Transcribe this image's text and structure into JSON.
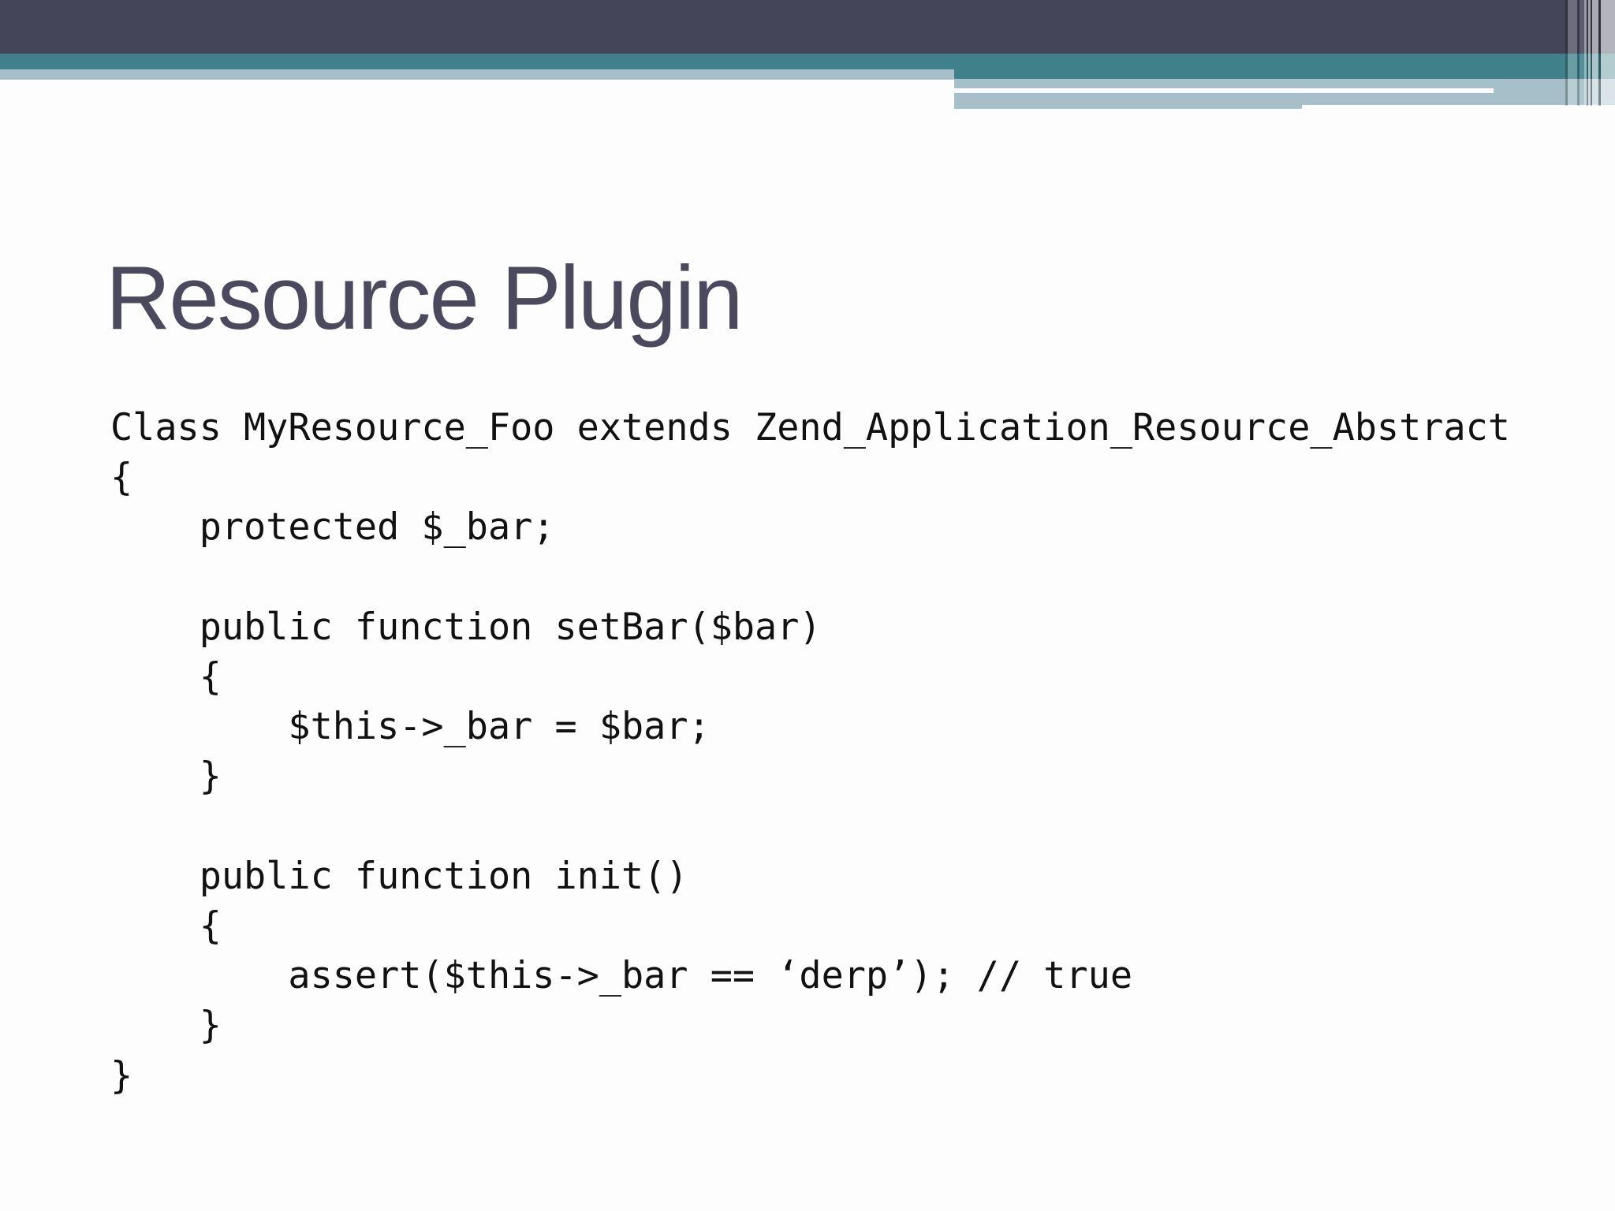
{
  "slide": {
    "title": "Resource Plugin"
  },
  "code": {
    "lines": [
      "Class MyResource_Foo extends Zend_Application_Resource_Abstract",
      "{",
      "    protected $_bar;",
      "",
      "    public function setBar($bar)",
      "    {",
      "        $this->_bar = $bar;",
      "    }",
      "",
      "    public function init()",
      "    {",
      "        assert($this->_bar == ‘derp’); // true",
      "    }",
      "}"
    ]
  },
  "theme_colors": {
    "header_dark": "#45455a",
    "header_teal": "#3f808a",
    "header_light_gray": "#a6bfc8",
    "title_text": "#4a495e",
    "code_text": "#111111",
    "background": "#fdfdfd"
  }
}
